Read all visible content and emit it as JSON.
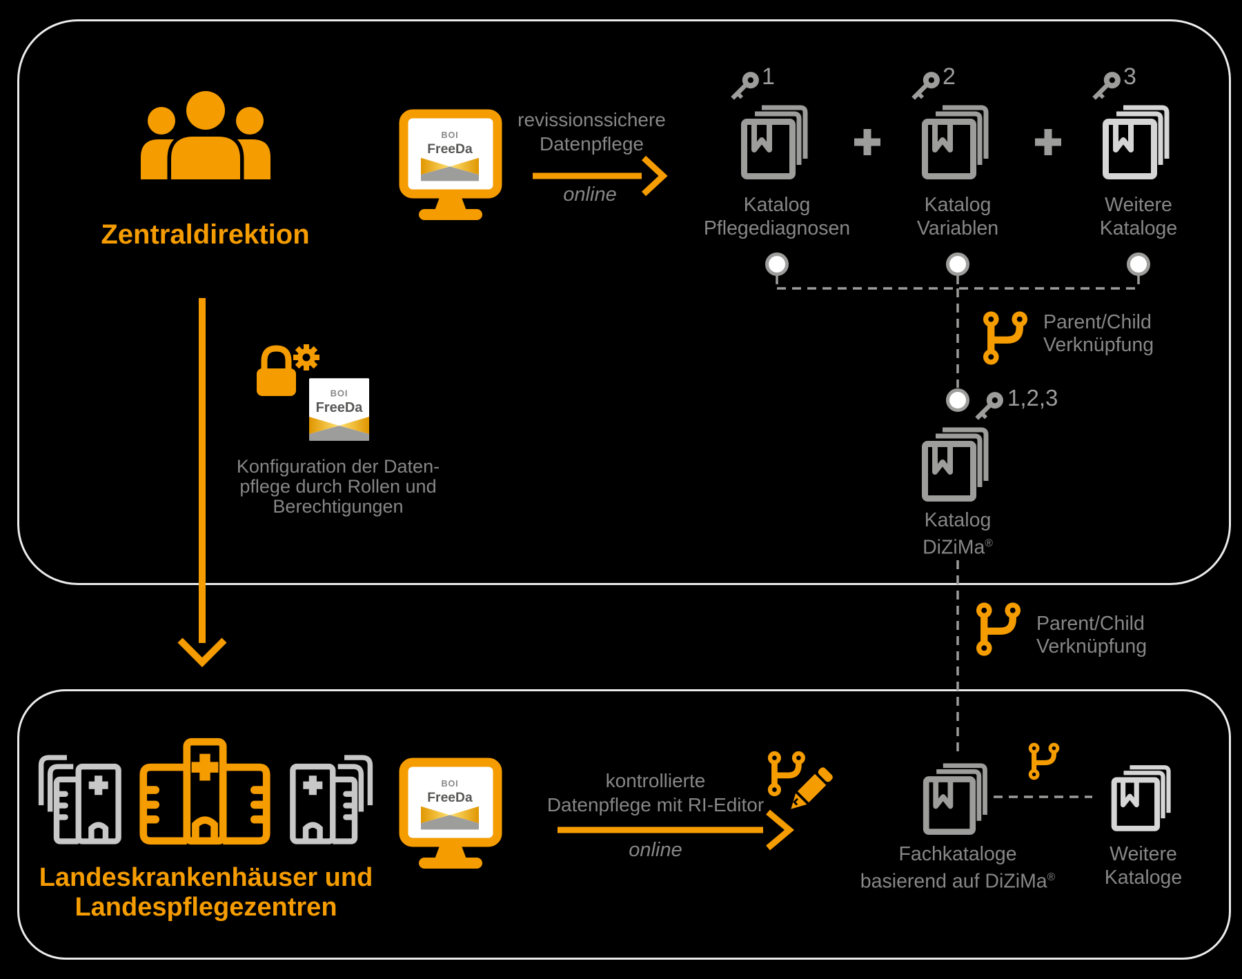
{
  "top_box": {
    "org": {
      "label": "Zentraldirektion"
    },
    "flow1": {
      "line1": "revissionssichere",
      "line2": "Datenpflege",
      "mode": "online"
    },
    "catalogs": [
      {
        "key_num": "1",
        "label1": "Katalog",
        "label2": "Pflegediagnosen"
      },
      {
        "key_num": "2",
        "label1": "Katalog",
        "label2": "Variablen"
      },
      {
        "key_num": "3",
        "label1": "Weitere",
        "label2": "Kataloge"
      }
    ],
    "parent_child": {
      "line1": "Parent/Child",
      "line2": "Verknüpfung"
    },
    "dizima": {
      "key_num": "1,2,3",
      "label1": "Katalog",
      "label2": "DiZiMa",
      "label2_sup": "®"
    },
    "konfiguration": {
      "line1": "Konfiguration der Daten-",
      "line2": "pflege durch Rollen und",
      "line3": "Berechtigungen"
    }
  },
  "connector": {
    "parent_child": {
      "line1": "Parent/Child",
      "line2": "Verknüpfung"
    }
  },
  "bottom_box": {
    "org": {
      "line1": "Landeskrankenhäuser und",
      "line2": "Landespflegezentren"
    },
    "flow2": {
      "line1": "kontrollierte",
      "line2": "Datenpflege mit RI-Editor",
      "mode": "online"
    },
    "fachkataloge": {
      "label1": "Fachkataloge",
      "label2": "basierend auf DiZiMa",
      "label2_sup": "®"
    },
    "weitere": {
      "label1": "Weitere",
      "label2": "Kataloge"
    }
  },
  "logo": {
    "line1": "BOI",
    "line2": "FreeDa"
  },
  "colors": {
    "orange": "#F59C00",
    "text_gray": "#878787",
    "icon_gray": "#9D9D9C",
    "icon_light": "#D6D6D6",
    "gold": "#FFD24D",
    "logo_dark": "#575756",
    "border": "#ECECEC"
  },
  "icons": {
    "people-group": "three person group",
    "monitor": "desktop computer monitor",
    "key": "key with number",
    "catalog": "stacked catalog book with bookmark",
    "plus": "plus sign",
    "connector-dot": "white circle connector",
    "git-branch": "parent/child branch link",
    "lock-gear": "padlock with configuration gear",
    "hospital": "hospital building",
    "branch-pencil": "branch link with edit pencil",
    "arrow": "flow arrow"
  }
}
